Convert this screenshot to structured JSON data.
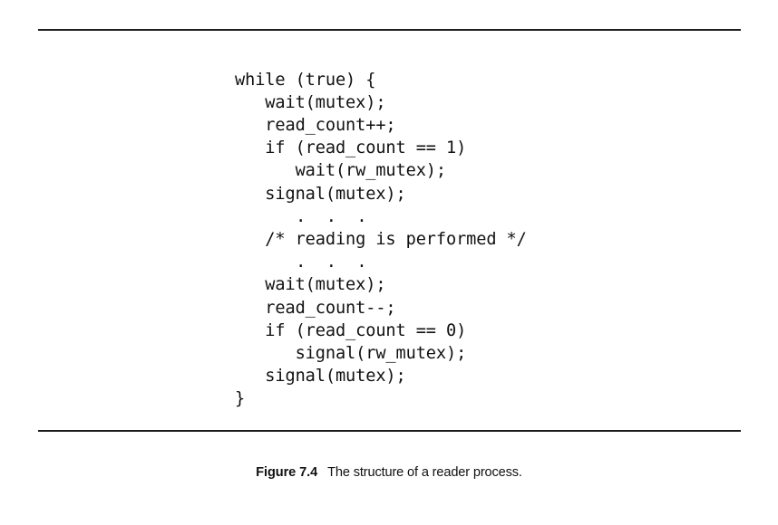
{
  "figure": {
    "label": "Figure 7.4",
    "caption": "The structure of a reader process.",
    "rule_color": "#1c1c1c",
    "text_color": "#111111",
    "background_color": "#ffffff"
  },
  "code": {
    "language": "c",
    "lines": [
      "while (true) {",
      "   wait(mutex);",
      "   read_count++;",
      "   if (read_count == 1)",
      "      wait(rw_mutex);",
      "   signal(mutex);",
      "      .  .  .",
      "   /* reading is performed */",
      "      .  .  .",
      "   wait(mutex);",
      "   read_count--;",
      "   if (read_count == 0)",
      "      signal(rw_mutex);",
      "   signal(mutex);",
      "}"
    ]
  }
}
